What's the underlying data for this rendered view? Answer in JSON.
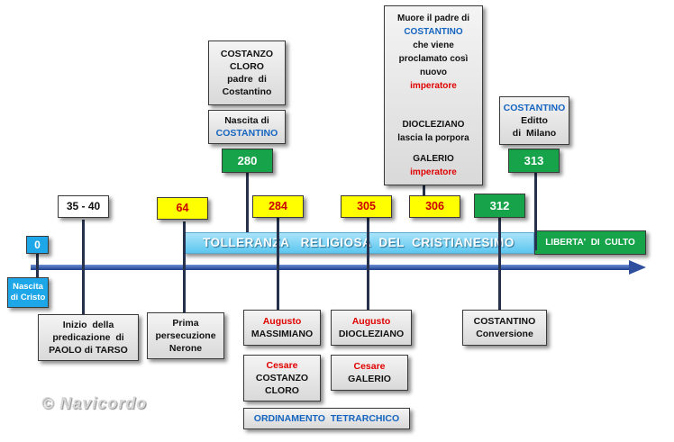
{
  "dates": {
    "d0": "0",
    "d35_40": "35 - 40",
    "d64": "64",
    "d280": "280",
    "d284": "284",
    "d305": "305",
    "d306": "306",
    "d312": "312",
    "d313": "313"
  },
  "band": {
    "tolleranza": "TOLLERANZA   RELIGIOSA  DEL  CRISTIANESIMO",
    "liberta": "LIBERTA'  DI  CULTO"
  },
  "events": {
    "nascita_cristo": [
      "Nascita",
      "di Cristo"
    ],
    "paolo": [
      "Inizio  della",
      "predicazione  di",
      "PAOLO di TARSO"
    ],
    "persecuzione": [
      "Prima",
      "persecuzione",
      "Nerone"
    ],
    "costanzo_padre": [
      "COSTANZO",
      "CLORO",
      "padre  di",
      "Costantino"
    ],
    "nascita_costantino": {
      "line1": "Nascita di",
      "name": "COSTANTINO"
    },
    "augusto_massimiano": {
      "title": "Augusto",
      "name": "MASSIMIANO"
    },
    "cesare_costanzo": {
      "title": "Cesare",
      "line1": "COSTANZO",
      "line2": "CLORO"
    },
    "augusto_diocleziano": {
      "title": "Augusto",
      "name": "DIOCLEZIANO"
    },
    "cesare_galerio": {
      "title": "Cesare",
      "name": "GALERIO"
    },
    "ordinamento": "ORDINAMENTO  TETRARCHICO",
    "muore_padre": {
      "line1": "Muore il padre di",
      "name": "COSTANTINO",
      "line2": "che viene",
      "line3": "proclamato così",
      "line4": "nuovo",
      "line5": "imperatore",
      "line6": "DIOCLEZIANO",
      "line7": "lascia la porpora",
      "line8": "GALERIO",
      "line9": "imperatore"
    },
    "editto": {
      "name": "COSTANTINO",
      "line1": "Editto",
      "line2": "di  Milano"
    },
    "conversione": [
      "COSTANTINO",
      "Conversione"
    ]
  },
  "watermark": "© Navicordo",
  "colors": {
    "axis": "#2f4f9e",
    "tolleranza_band": "#7dd3f5",
    "green": "#16a34a",
    "yellow": "#ffff00",
    "accent_blue": "#1565c0",
    "accent_red": "#e00000"
  }
}
